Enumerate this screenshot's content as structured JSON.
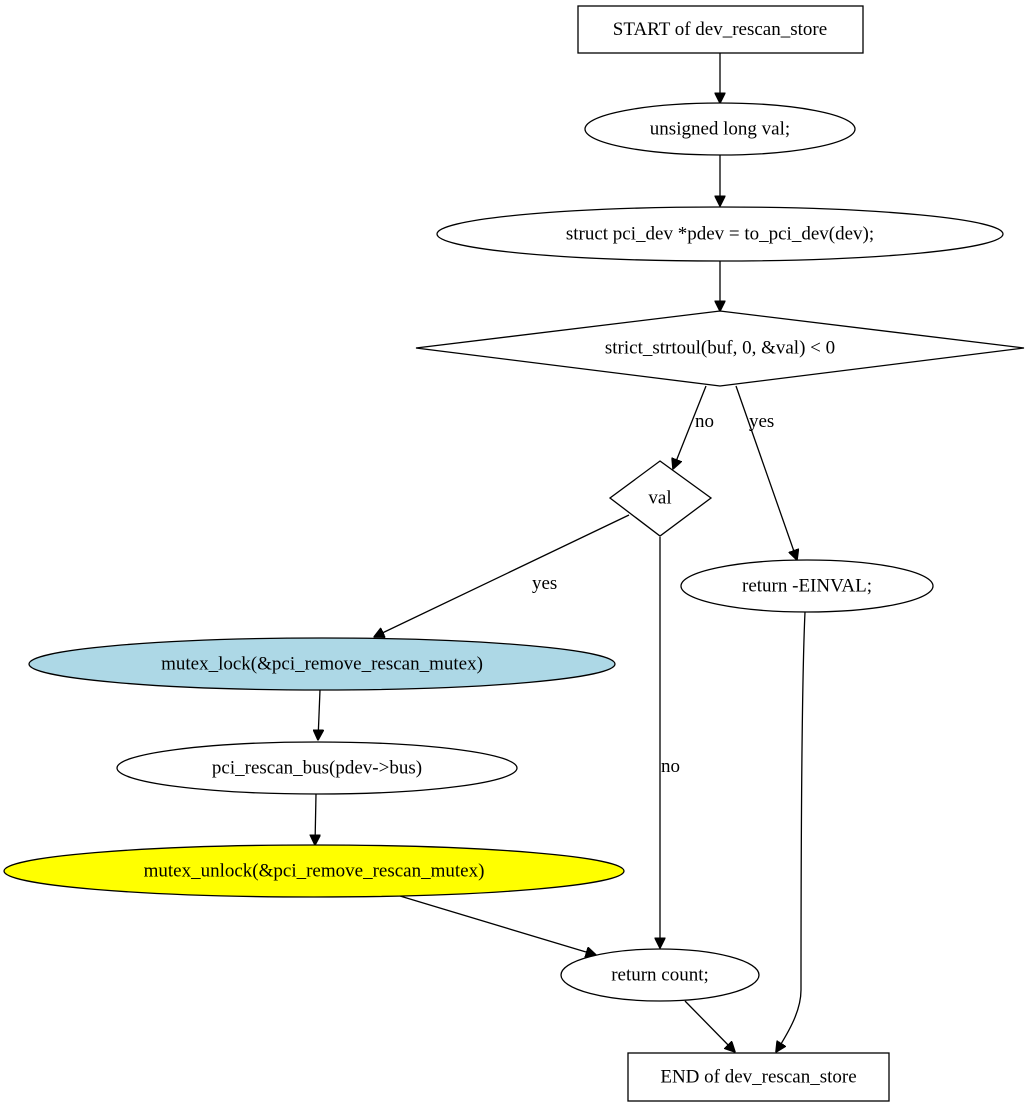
{
  "colors": {
    "mutex_lock_fill": "#add8e6",
    "mutex_unlock_fill": "#ffff00",
    "default_fill": "#ffffff",
    "stroke": "#000000"
  },
  "nodes": {
    "start": {
      "label": "START of dev_rescan_store"
    },
    "decl_val": {
      "label": "unsigned long val;"
    },
    "decl_pdev": {
      "label": "struct pci_dev *pdev = to_pci_dev(dev);"
    },
    "cond_strtoul": {
      "label": "strict_strtoul(buf, 0, &val) < 0"
    },
    "cond_val": {
      "label": "val"
    },
    "return_einval": {
      "label": "return -EINVAL;"
    },
    "mutex_lock": {
      "label": "mutex_lock(&pci_remove_rescan_mutex)"
    },
    "rescan_bus": {
      "label": "pci_rescan_bus(pdev->bus)"
    },
    "mutex_unlock": {
      "label": "mutex_unlock(&pci_remove_rescan_mutex)"
    },
    "return_count": {
      "label": "return count;"
    },
    "end": {
      "label": "END of dev_rescan_store"
    }
  },
  "edges": {
    "strtoul_no": {
      "label": "no"
    },
    "strtoul_yes": {
      "label": "yes"
    },
    "val_yes": {
      "label": "yes"
    },
    "val_no": {
      "label": "no"
    }
  }
}
